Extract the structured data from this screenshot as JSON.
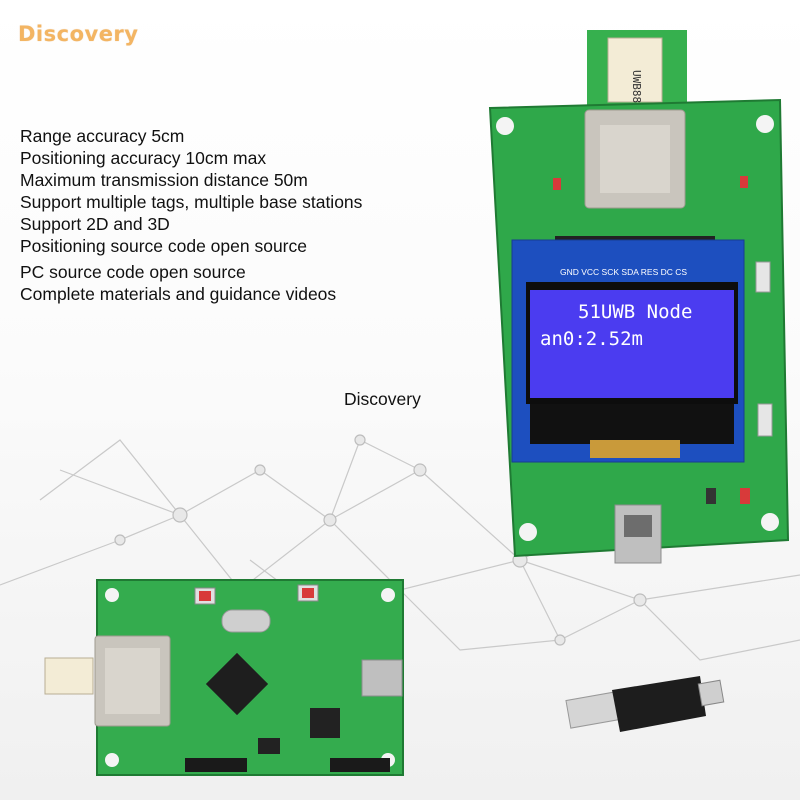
{
  "brand": "Discovery",
  "features": [
    "Range accuracy 5cm",
    "Positioning accuracy 10cm max",
    "Maximum transmission distance 50m",
    "Support multiple tags, multiple base stations",
    "Support 2D and 3D",
    "Positioning source code open source",
    "PC source code open source",
    "Complete materials and guidance videos"
  ],
  "caption": "Discovery",
  "oled": {
    "line1": "51UWB Node",
    "line2": "an0:2.52m"
  },
  "header_pins": "GND VCC SCK SDA RES DC CS",
  "module_label": "UWB88",
  "colors": {
    "brand": "#f3b563",
    "pcb": "#2fa84a",
    "oled": "#4b3cf0"
  }
}
